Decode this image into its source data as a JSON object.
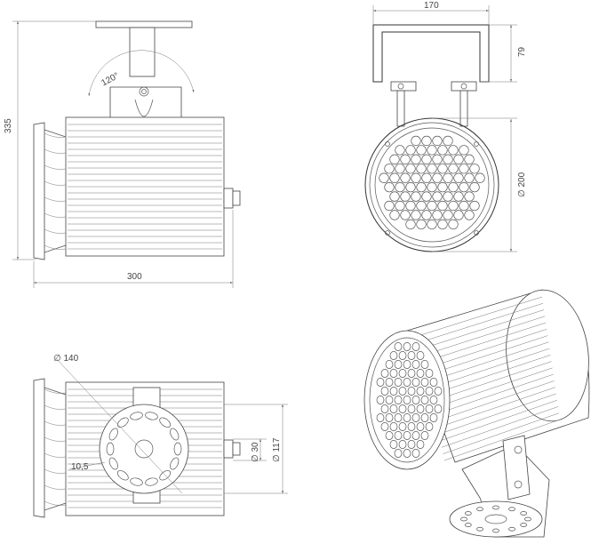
{
  "dimensions": {
    "height_335": "335",
    "angle_120": "120°",
    "length_300": "300",
    "width_170": "170",
    "bracket_79": "79",
    "diameter_200": "∅ 200",
    "diameter_140": "∅ 140",
    "hole_10_5": "10,5",
    "diameter_30": "∅ 30",
    "diameter_117": "∅ 117"
  },
  "colors": {
    "line": "#555555",
    "background": "#ffffff"
  }
}
